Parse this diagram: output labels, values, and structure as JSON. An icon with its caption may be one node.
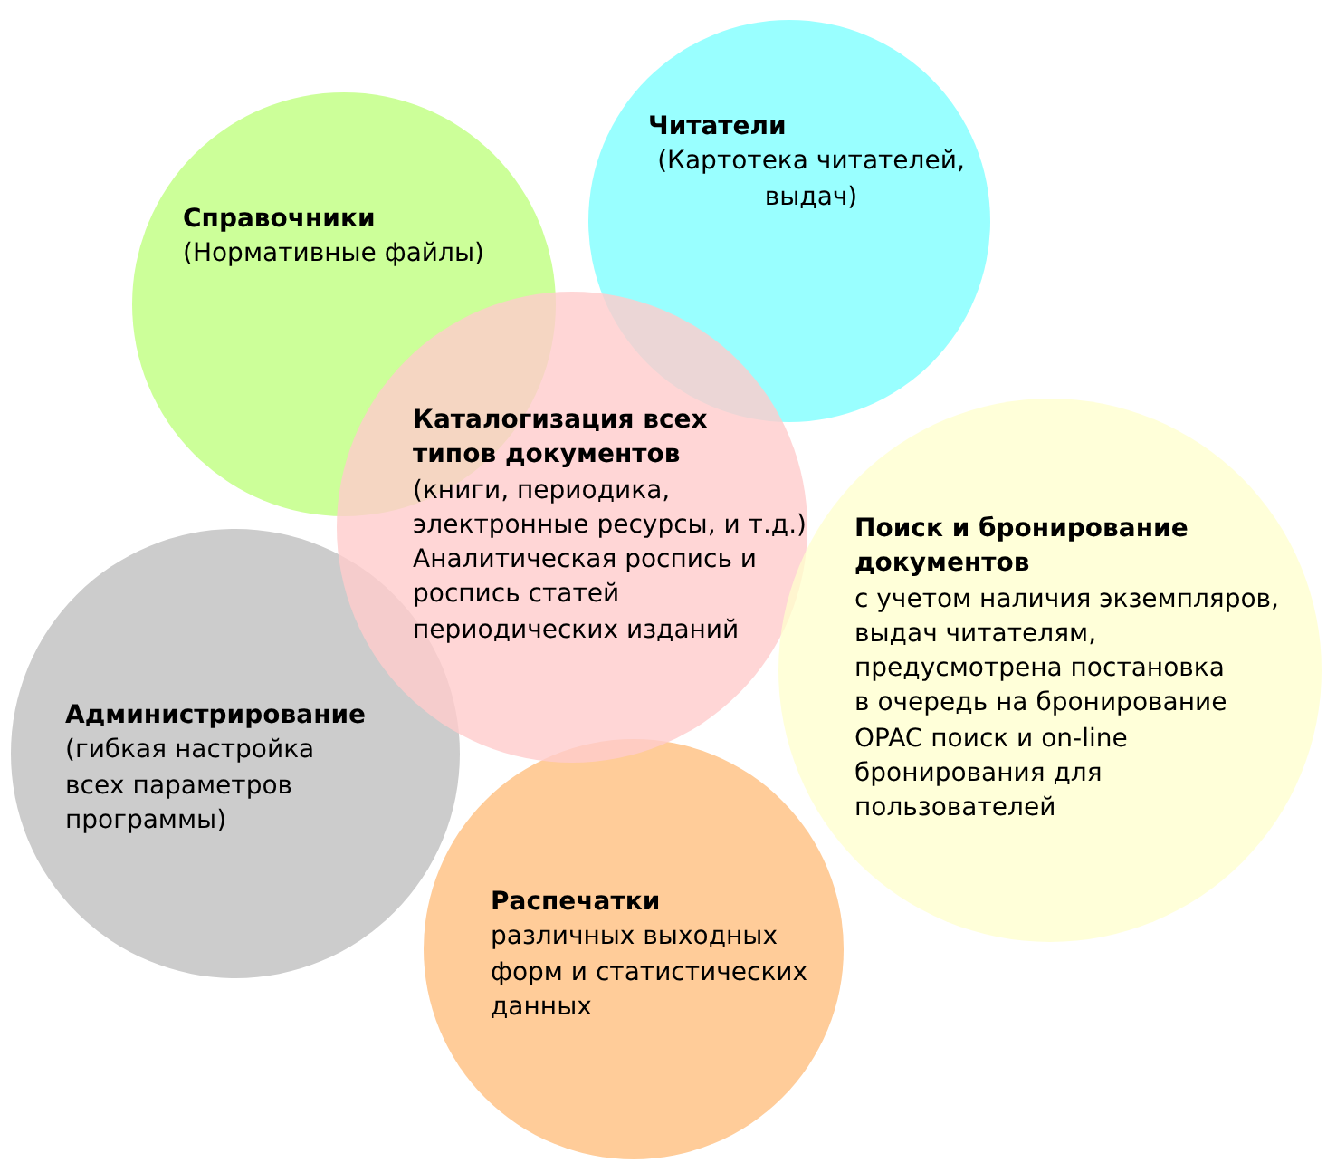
{
  "diagram": {
    "nodes": [
      {
        "text": [
          "Читатели",
          "(Картотека читателей, выдач)"
        ]
      },
      {
        "text": [
          "Справочники",
          "(Нормативные файлы)"
        ]
      },
      {
        "text": [
          "Каталогизация всех типов документов",
          "(книги, периодика, электронные ресурсы, и т.д.)",
          "Аналитическая роспись и роспись статей периодических изданий"
        ]
      },
      {
        "text": [
          "Поиск и бронирование документов",
          "с учетом наличия экземпляров, выдач читателям, предусмотрена постановка в очередь на бронирование",
          "OPAC поиск и on-line бронирования для пользователей"
        ]
      },
      {
        "text": [
          "Администрирование",
          "(гибкая настройка всех параметров программы)"
        ]
      },
      {
        "text": [
          "Распечатки",
          "различных выходных форм и статистических данных"
        ]
      }
    ]
  }
}
